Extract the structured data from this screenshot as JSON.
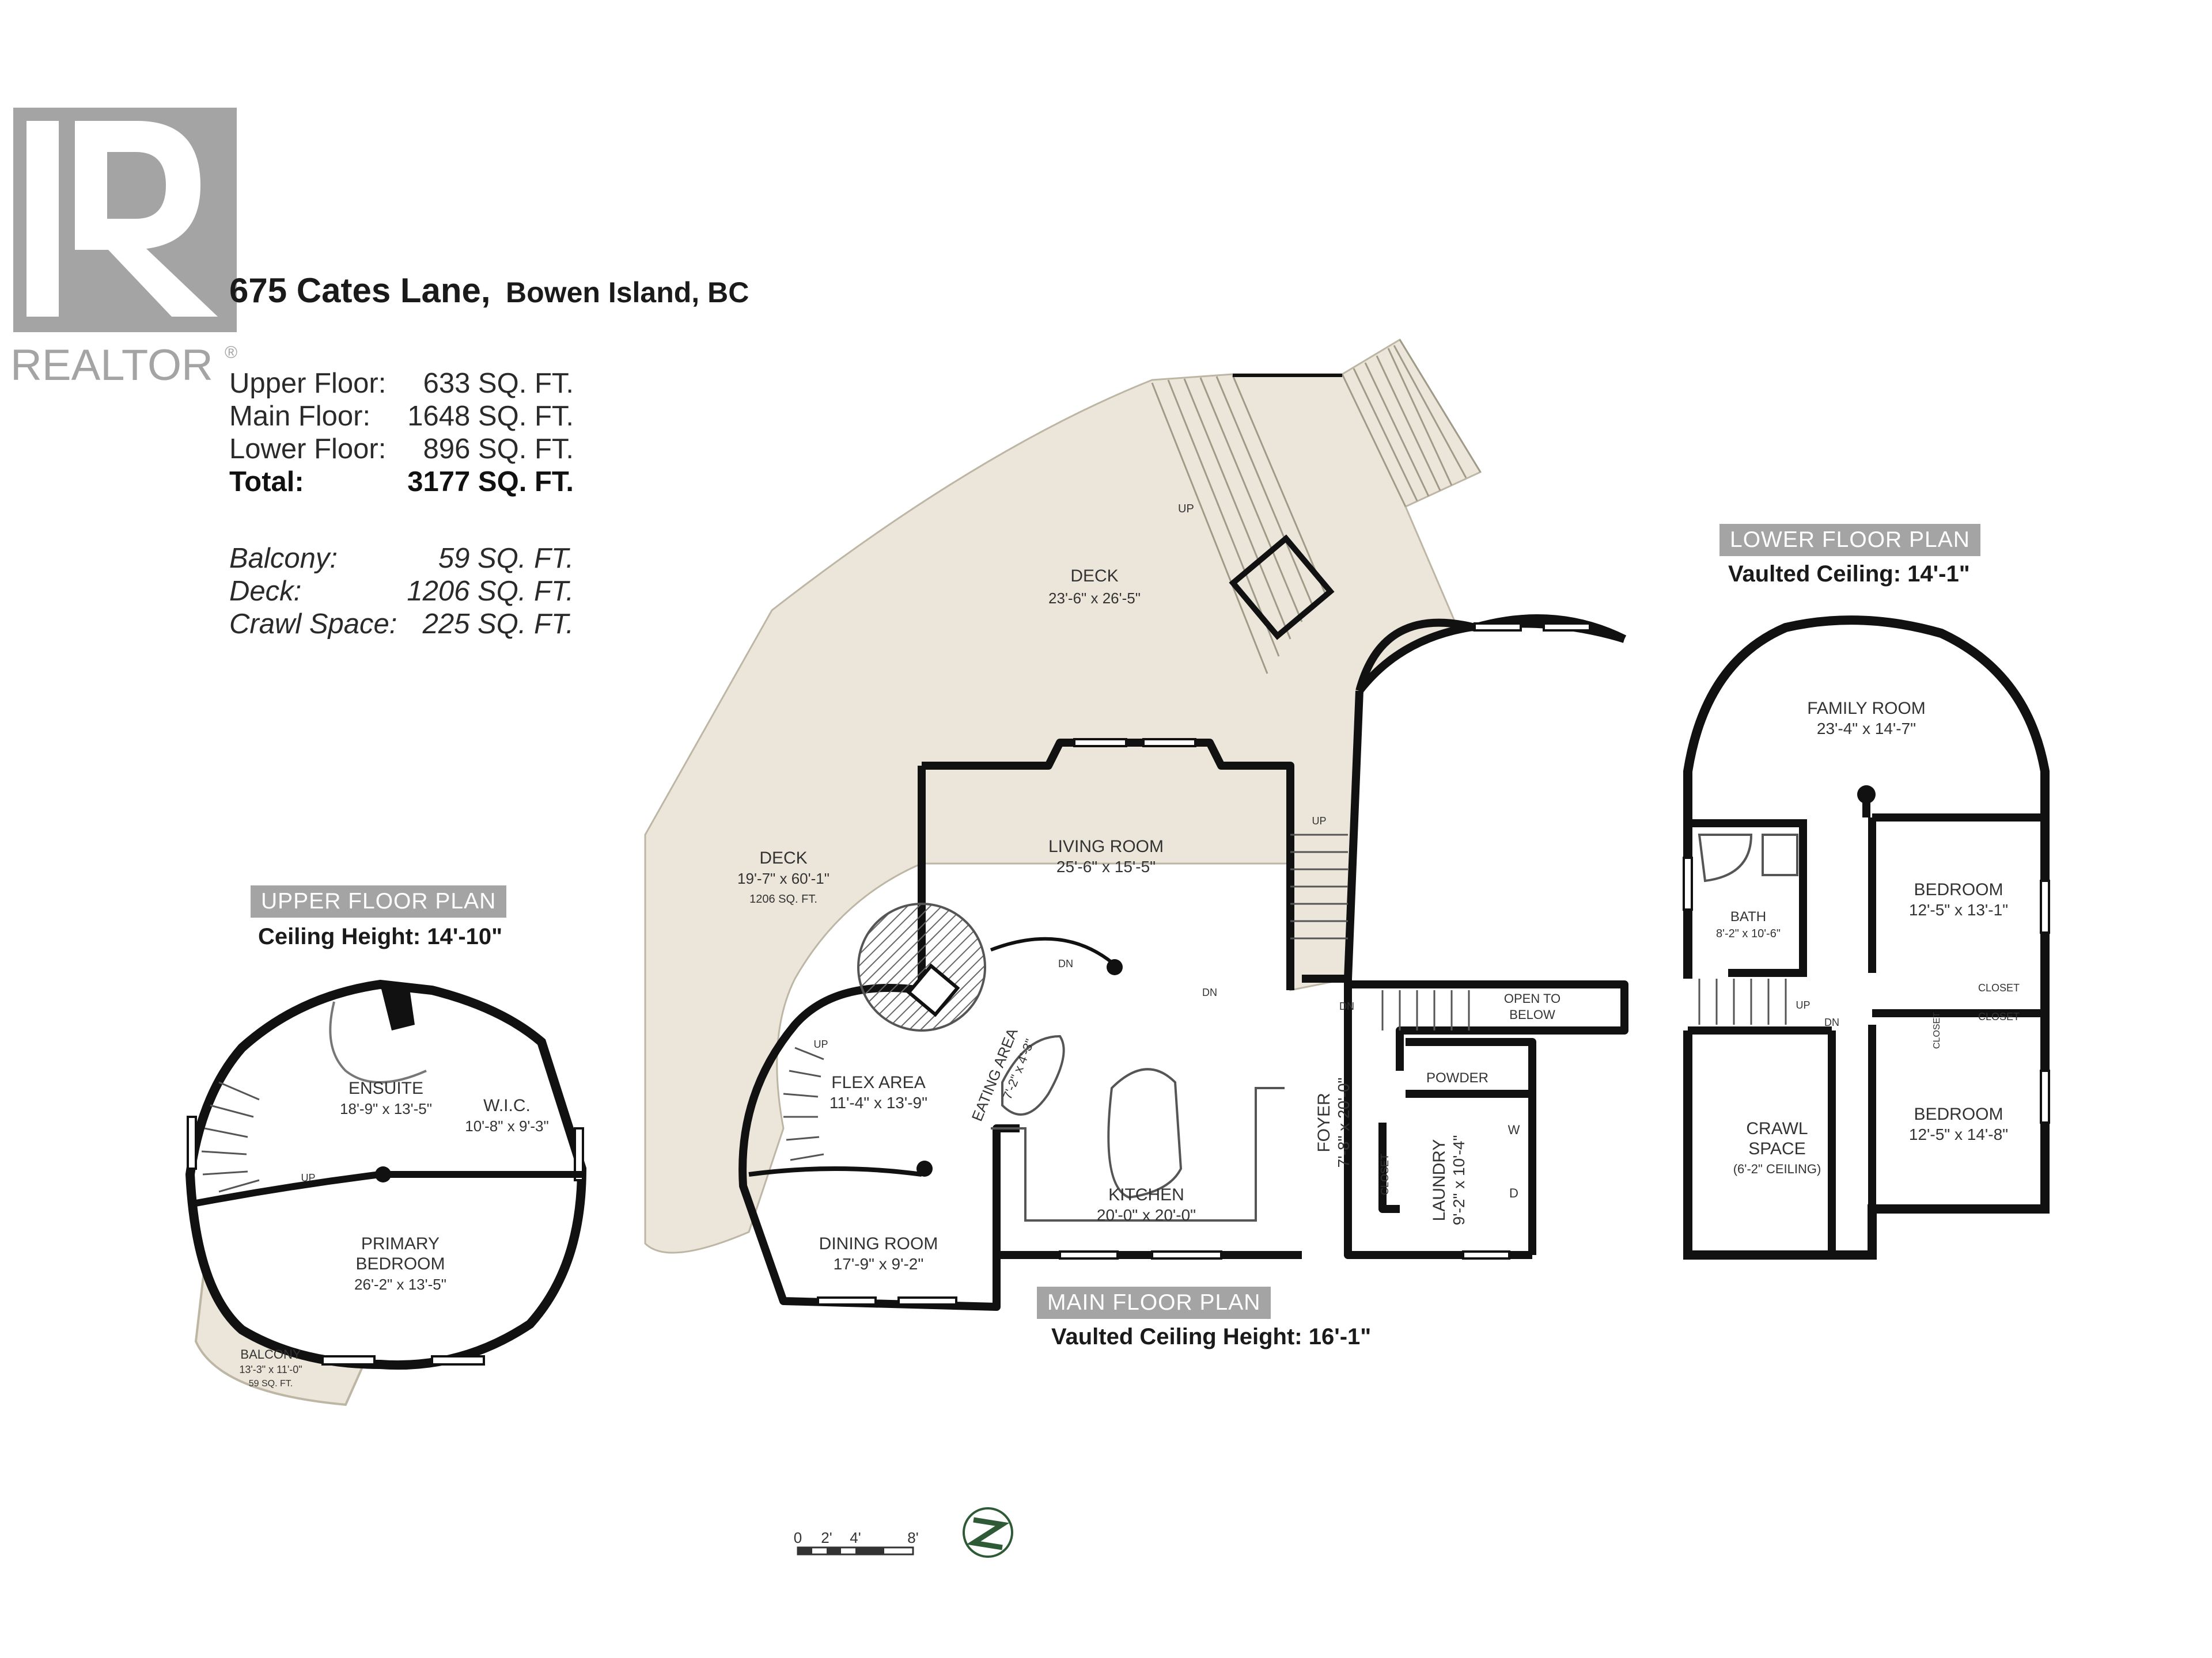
{
  "brand": {
    "logo_letter": "R",
    "name": "REALTOR",
    "mark": "®"
  },
  "address": {
    "street": "675 Cates Lane,",
    "city": "Bowen Island, BC"
  },
  "stats": [
    {
      "label": "Upper Floor:",
      "value": "633 SQ. FT."
    },
    {
      "label": "Main Floor:",
      "value": "1648 SQ. FT."
    },
    {
      "label": "Lower Floor:",
      "value": "896 SQ. FT."
    },
    {
      "label": "Total:",
      "value": "3177 SQ. FT."
    }
  ],
  "extras": [
    {
      "label": "Balcony:",
      "value": "59 SQ. FT."
    },
    {
      "label": "Deck:",
      "value": "1206 SQ. FT."
    },
    {
      "label": "Crawl Space:",
      "value": "225 SQ. FT."
    }
  ],
  "upper": {
    "banner": "UPPER FLOOR PLAN",
    "ceiling": "Ceiling Height: 14'-10\"",
    "rooms": {
      "ensuite": {
        "name": "ENSUITE",
        "dims": "18'-9\" x 13'-5\""
      },
      "wic": {
        "name": "W.I.C.",
        "dims": "10'-8\" x 9'-3\""
      },
      "primary": {
        "name1": "PRIMARY",
        "name2": "BEDROOM",
        "dims": "26'-2\" x 13'-5\""
      },
      "balcony": {
        "name": "BALCONY",
        "dims": "13'-3\" x 11'-0\"",
        "area": "59 SQ. FT."
      }
    },
    "up": "UP"
  },
  "main": {
    "banner": "MAIN FLOOR PLAN",
    "ceiling": "Vaulted Ceiling Height: 16'-1\"",
    "rooms": {
      "deck_top": {
        "name": "DECK",
        "dims": "23'-6\" x 26'-5\""
      },
      "deck_left": {
        "name": "DECK",
        "dims": "19'-7\" x 60'-1\"",
        "area": "1206 SQ. FT."
      },
      "living": {
        "name": "LIVING ROOM",
        "dims": "25'-6\" x 15'-5\""
      },
      "flex": {
        "name": "FLEX AREA",
        "dims": "11'-4\" x 13'-9\""
      },
      "eating": {
        "name": "EATING AREA",
        "dims": "7'-2\" x 4'-3\""
      },
      "kitchen": {
        "name": "KITCHEN",
        "dims": "20'-0\" x 20'-0\""
      },
      "dining": {
        "name": "DINING ROOM",
        "dims": "17'-9\" x 9'-2\""
      },
      "foyer": {
        "name": "FOYER",
        "dims": "7'-8\" x 20'-0\""
      },
      "laundry": {
        "name": "LAUNDRY",
        "dims": "9'-2\" x 10'-4\""
      },
      "powder": {
        "name": "POWDER"
      },
      "closet": {
        "name": "CLOSET"
      },
      "open": {
        "line1": "OPEN TO",
        "line2": "BELOW"
      }
    },
    "labels": {
      "up": "UP",
      "dn": "DN",
      "w": "W",
      "d": "D"
    }
  },
  "lower": {
    "banner": "LOWER FLOOR PLAN",
    "ceiling": "Vaulted Ceiling: 14'-1\"",
    "rooms": {
      "family": {
        "name": "FAMILY ROOM",
        "dims": "23'-4\" x 14'-7\""
      },
      "bath": {
        "name": "BATH",
        "dims": "8'-2\" x 10'-6\""
      },
      "bed1": {
        "name": "BEDROOM",
        "dims": "12'-5\" x 13'-1\""
      },
      "bed2": {
        "name": "BEDROOM",
        "dims": "12'-5\" x 14'-8\""
      },
      "crawl": {
        "name1": "CRAWL",
        "name2": "SPACE",
        "note": "(6'-2\" CEILING)"
      },
      "closet": {
        "name": "CLOSET"
      }
    },
    "labels": {
      "up": "UP",
      "dn": "DN"
    }
  },
  "scale": {
    "ticks": [
      "0",
      "2'",
      "4'",
      "8'"
    ]
  },
  "colors": {
    "deck": "#ebe6d9",
    "wall": "#111111",
    "banner": "#a4a4a4",
    "logo": "#a4a4a4"
  }
}
